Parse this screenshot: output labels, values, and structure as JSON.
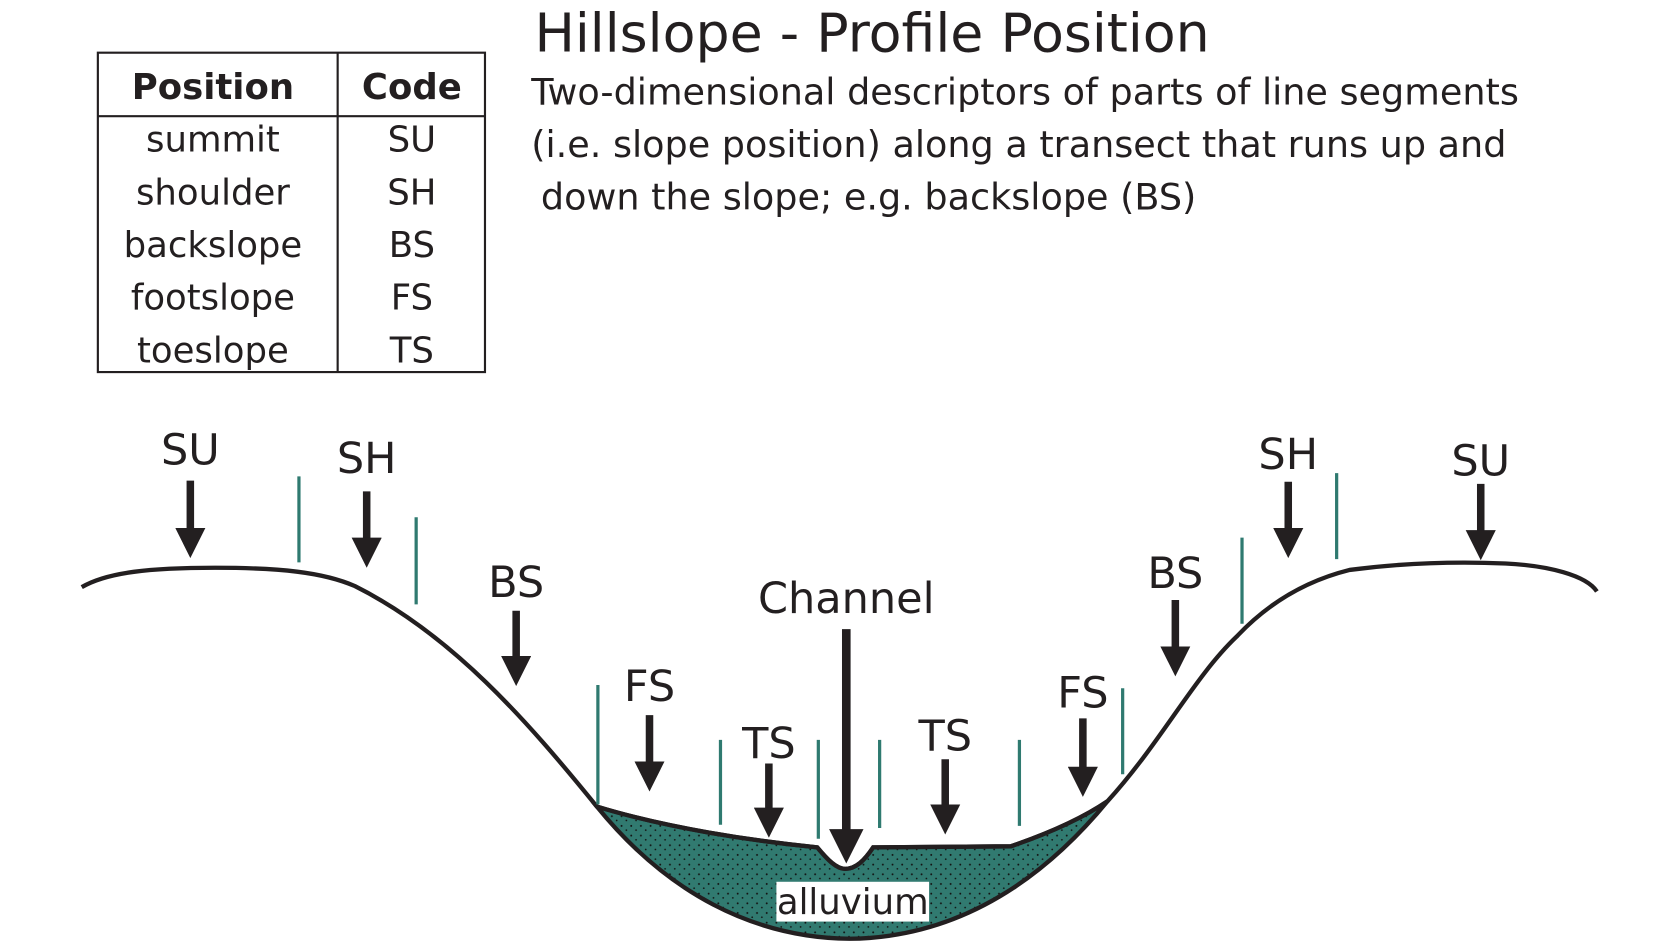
{
  "title": "Hillslope - Profile Position",
  "description": [
    "Two-dimensional descriptors of parts of line segments",
    "(i.e. slope position) along a transect that runs up and",
    "down the slope; e.g. backslope (BS)"
  ],
  "table": {
    "headers": [
      "Position",
      "Code"
    ],
    "rows": [
      [
        "summit",
        "SU"
      ],
      [
        "shoulder",
        "SH"
      ],
      [
        "backslope",
        "BS"
      ],
      [
        "footslope",
        "FS"
      ],
      [
        "toeslope",
        "TS"
      ]
    ]
  },
  "profile_labels": [
    "SU",
    "SH",
    "BS",
    "FS",
    "TS",
    "Channel",
    "TS",
    "FS",
    "BS",
    "SH",
    "SU"
  ],
  "alluvium_label": "alluvium",
  "colors": {
    "alluvium": "#317a70",
    "divider": "#2f7a70",
    "ink": "#231f20"
  }
}
